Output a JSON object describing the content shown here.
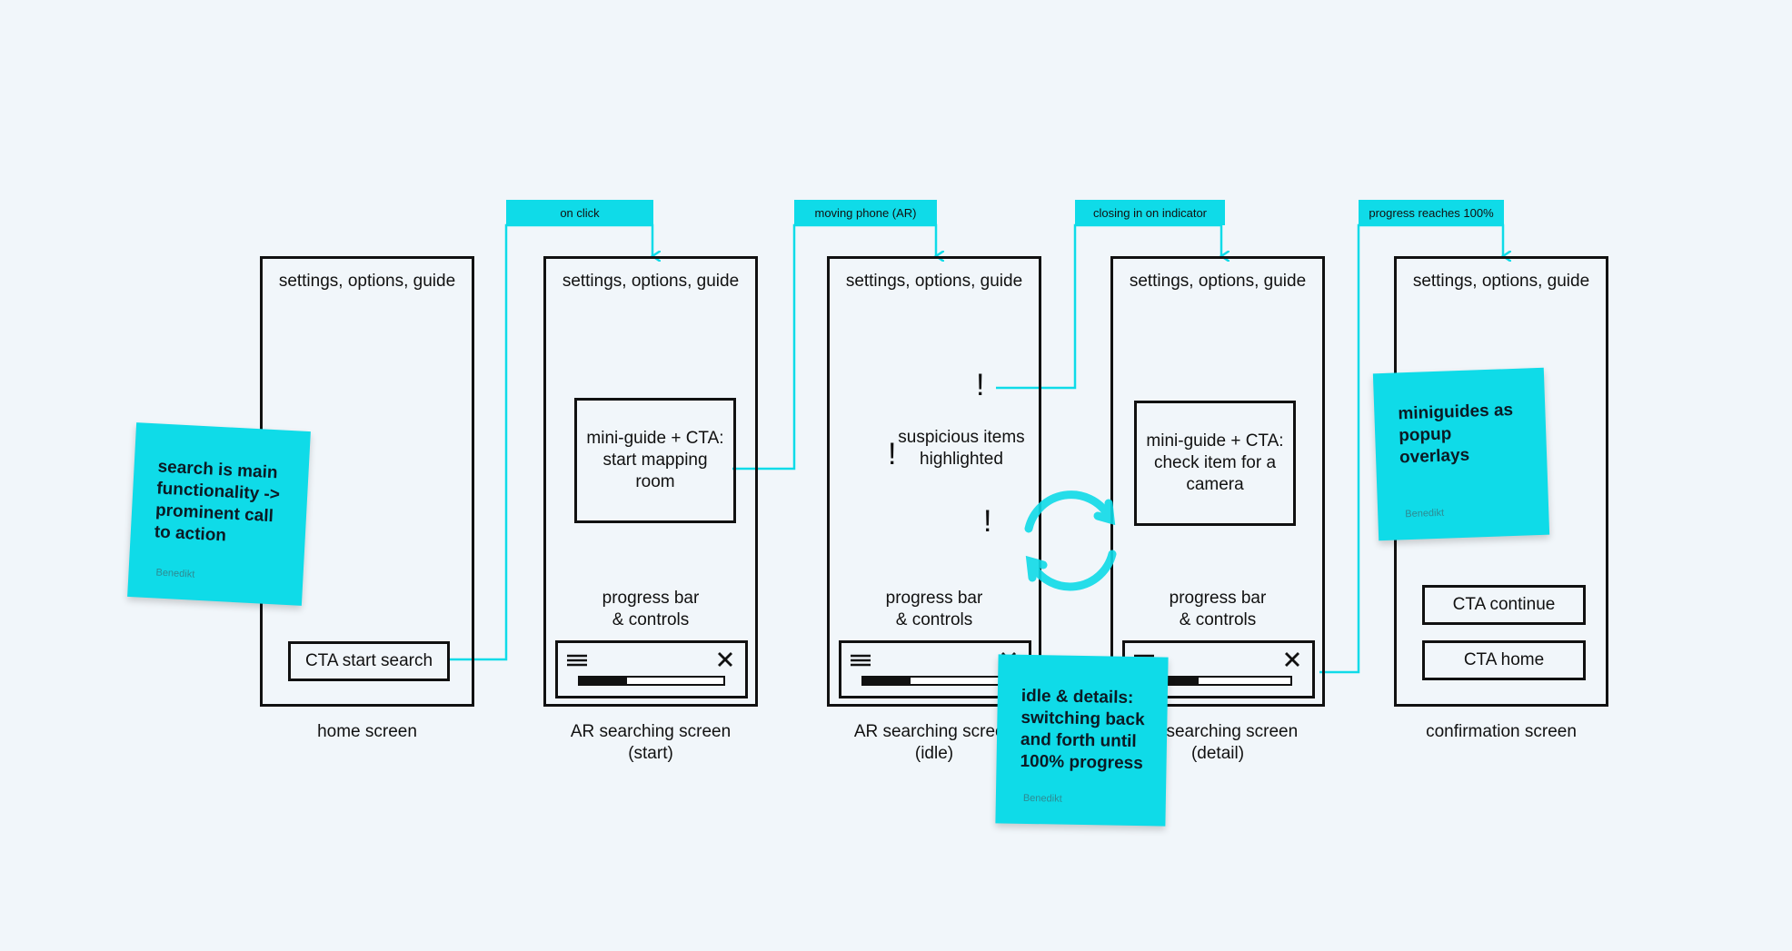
{
  "screens": [
    {
      "top_text": "settings, options, guide",
      "label_lines": [
        "home screen"
      ]
    },
    {
      "top_text": "settings, options, guide",
      "label_lines": [
        "AR searching screen",
        "(start)"
      ]
    },
    {
      "top_text": "settings, options, guide",
      "label_lines": [
        "AR searching screen",
        "(idle)"
      ]
    },
    {
      "top_text": "settings, options, guide",
      "label_lines": [
        "AR searching screen",
        "(detail)"
      ]
    },
    {
      "top_text": "settings, options, guide",
      "label_lines": [
        "confirmation screen"
      ]
    }
  ],
  "home": {
    "cta": "CTA start search"
  },
  "start": {
    "guide_lines": [
      "mini-guide + CTA:",
      "start mapping",
      "room"
    ],
    "progress_lines": [
      "progress bar",
      "& controls"
    ],
    "progress_fraction": 0.33
  },
  "idle": {
    "center_lines": [
      "suspicious items",
      "highlighted"
    ],
    "indicator": "!",
    "progress_lines": [
      "progress bar",
      "& controls"
    ],
    "progress_fraction": 0.33
  },
  "detail": {
    "guide_lines": [
      "mini-guide + CTA:",
      "check item for a",
      "camera"
    ],
    "progress_lines": [
      "progress bar",
      "& controls"
    ],
    "progress_fraction": 0.36
  },
  "confirm": {
    "cta_continue": "CTA continue",
    "cta_home": "CTA home"
  },
  "transitions": [
    "on click",
    "moving phone (AR)",
    "closing in on indicator",
    "progress reaches 100%"
  ],
  "notes": [
    {
      "lines": [
        "search is main",
        "functionality ->",
        "prominent call",
        "to action"
      ],
      "author": "Benedikt"
    },
    {
      "lines": [
        "idle & details:",
        "switching back",
        "and forth until",
        "100% progress"
      ],
      "author": "Benedikt"
    },
    {
      "lines": [
        "miniguides as",
        "popup overlays"
      ],
      "author": "Benedikt"
    }
  ],
  "colors": {
    "accent": "#0fdbe8",
    "line": "#111111",
    "background": "#f1f6fa"
  },
  "icons": {
    "menu": "hamburger-menu-icon",
    "close": "close-x-icon",
    "cycle": "refresh-cycle-icon"
  }
}
